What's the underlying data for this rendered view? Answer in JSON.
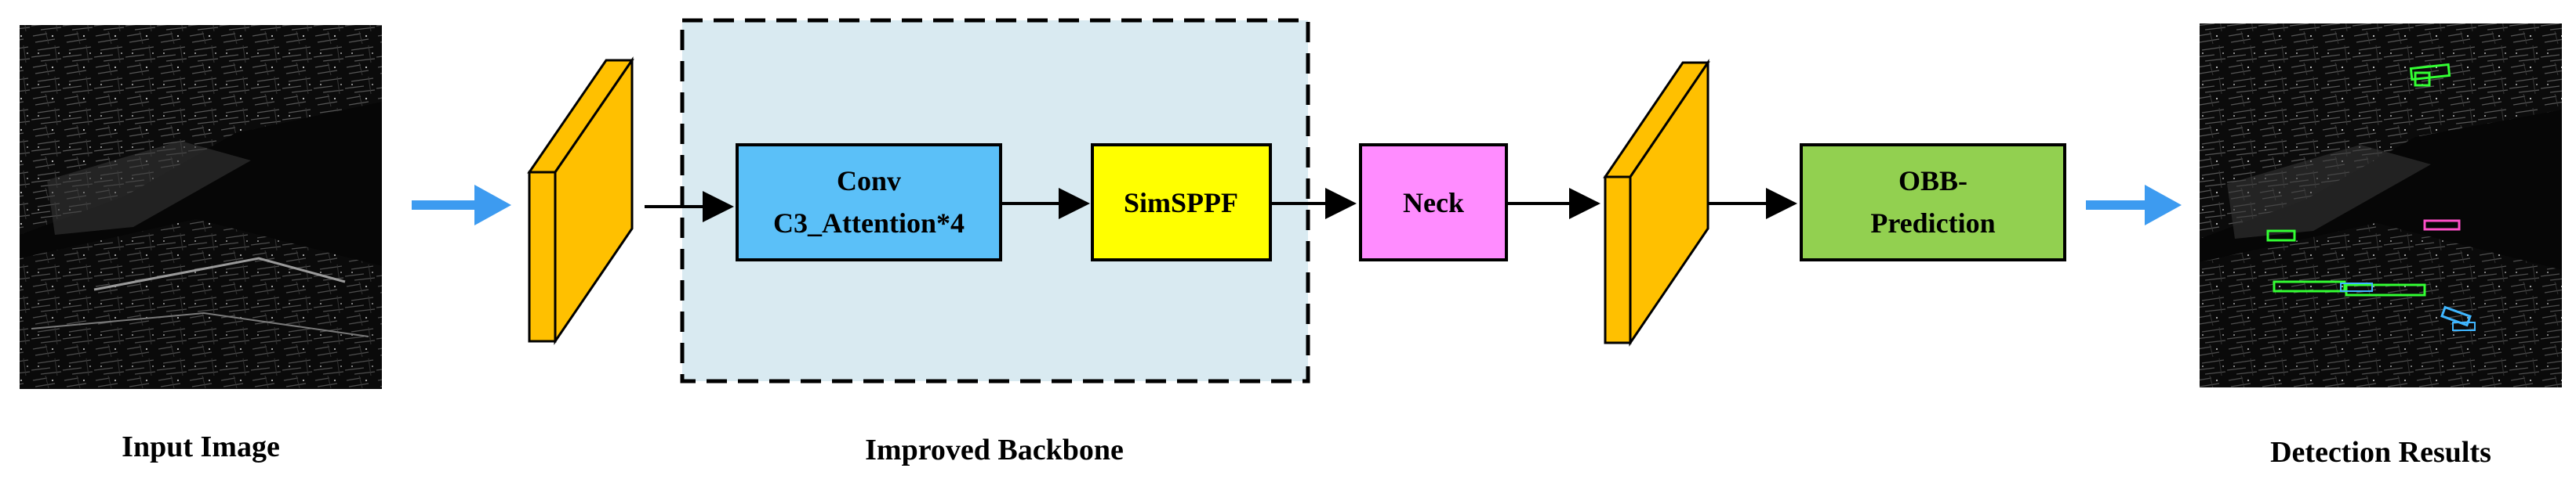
{
  "input": {
    "caption": "Input Image"
  },
  "backbone": {
    "caption": "Improved Backbone",
    "conv_block": {
      "line1": "Conv",
      "line2": "C3_Attention*4"
    },
    "simsppf_label": "SimSPPF"
  },
  "neck_label": "Neck",
  "obb": {
    "line1": "OBB-",
    "line2": "Prediction"
  },
  "output": {
    "caption": "Detection Results"
  },
  "colors": {
    "conv": "#5bc0f8",
    "simsppf": "#ffff00",
    "neck": "#ff8cff",
    "obb": "#92d050",
    "feature_map": "#ffc000",
    "backbone_bg": "#d9eaf1",
    "flow_arrow": "#3d9bf0",
    "detections": [
      "#33ff33",
      "#ff4fc8",
      "#3fb6ff",
      "#33ff33"
    ]
  }
}
